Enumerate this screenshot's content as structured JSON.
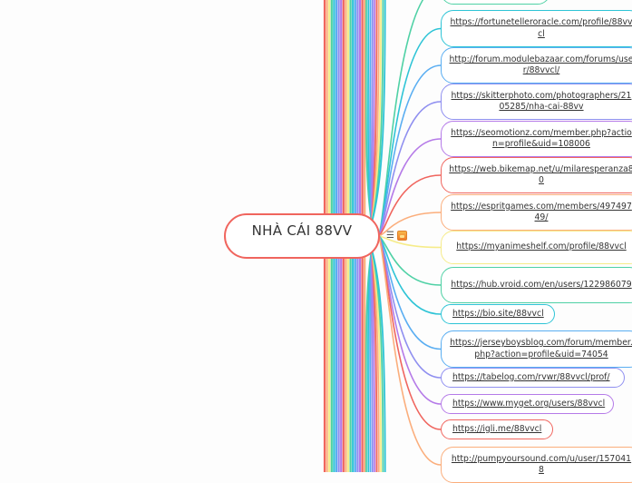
{
  "central_topic": {
    "label": "NHÀ CÁI 88VV",
    "border_color": "#f0655e",
    "icons": [
      "menu-icon",
      "emoji-sticker-icon"
    ]
  },
  "branches": [
    {
      "label": "",
      "color": "#4fd1a5",
      "partial": true
    },
    {
      "label": "https://fortunetelleroracle.com/profile/88vvcl",
      "color": "#2ec4d6"
    },
    {
      "label": "http://forum.modulebazaar.com/forums/user/88vvcl/",
      "color": "#5aaef2"
    },
    {
      "label": "https://skitterphoto.com/photographers/2105285/nha-cai-88vv",
      "color": "#8f8ff0"
    },
    {
      "label": "https://seomotionz.com/member.php?action=profile&uid=108006",
      "color": "#b57ae8"
    },
    {
      "label": "https://web.bikemap.net/u/milaresperanza80",
      "color": "#f0655e"
    },
    {
      "label": "https://espritgames.com/members/49749749/",
      "color": "#fbae7c"
    },
    {
      "label": "https://myanimeshelf.com/profile/88vvcl",
      "color": "#f6ec8a"
    },
    {
      "label": "https://hub.vroid.com/en/users/122986079",
      "color": "#4fd1a5"
    },
    {
      "label": "https://bio.site/88vvcl",
      "color": "#2ec4d6"
    },
    {
      "label": "https://jerseyboysblog.com/forum/member.php?action=profile&uid=74054",
      "color": "#5aaef2"
    },
    {
      "label": "https://tabelog.com/rvwr/88vvcl/prof/",
      "color": "#8f8ff0"
    },
    {
      "label": "https://www.myget.org/users/88vvcl",
      "color": "#b57ae8"
    },
    {
      "label": "https://igli.me/88vvcl",
      "color": "#f0655e"
    },
    {
      "label": "http://pumpyoursound.com/u/user/1570418",
      "color": "#fbae7c"
    }
  ],
  "rainbow_colors": [
    "#f0655e",
    "#fbae7c",
    "#f6ec8a",
    "#4fd1a5",
    "#2ec4d6",
    "#5aaef2",
    "#8f8ff0",
    "#b57ae8"
  ]
}
